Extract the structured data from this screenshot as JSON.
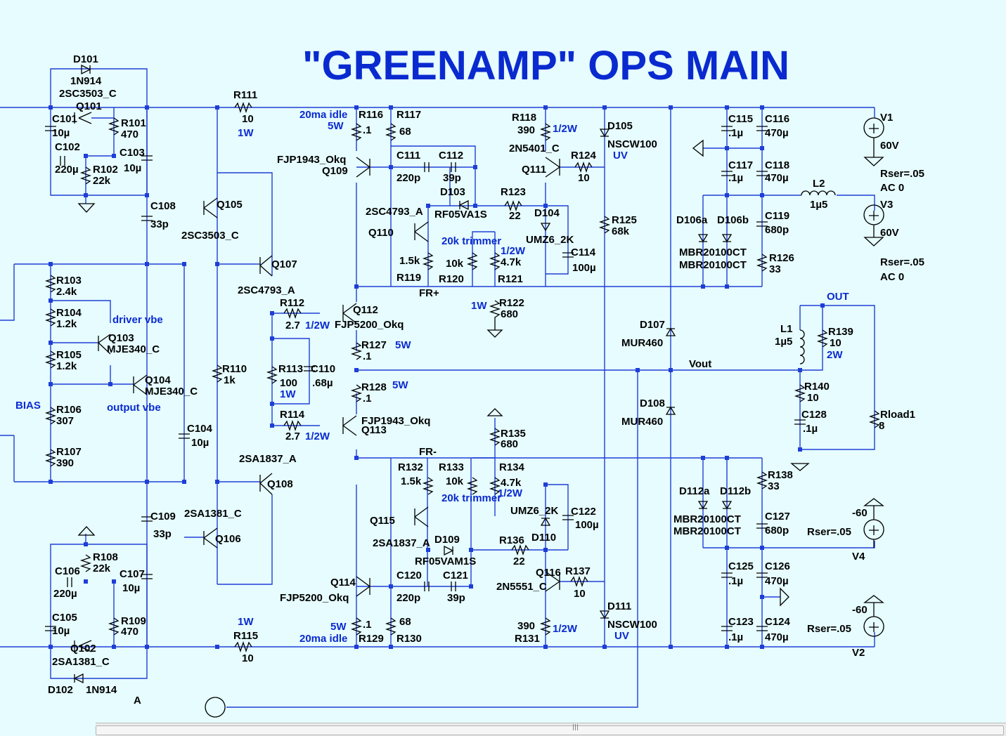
{
  "title": "\"GREENAMP\" OPS MAIN",
  "labels": [
    [
      "D101",
      104,
      89,
      0
    ],
    [
      "1N914",
      100,
      120,
      0
    ],
    [
      "2SC3503_C",
      84,
      138,
      0
    ],
    [
      "Q101",
      108,
      156,
      0
    ],
    [
      "C101",
      74,
      174,
      0
    ],
    [
      "10µ",
      74,
      194,
      0
    ],
    [
      "R101",
      172,
      180,
      0
    ],
    [
      "470",
      172,
      196,
      0
    ],
    [
      "C102",
      78,
      214,
      0
    ],
    [
      "C103",
      170,
      222,
      0
    ],
    [
      "220µ",
      78,
      246,
      0
    ],
    [
      "R102",
      132,
      246,
      0
    ],
    [
      "10µ",
      176,
      244,
      0
    ],
    [
      "22k",
      132,
      262,
      0
    ],
    [
      "R111",
      332,
      140,
      0
    ],
    [
      "10",
      344,
      174,
      0
    ],
    [
      "1W",
      338,
      194,
      1
    ],
    [
      "20ma idle",
      426,
      168,
      1
    ],
    [
      "5W",
      466,
      184,
      1
    ],
    [
      "R116",
      510,
      168,
      0
    ],
    [
      ".1",
      516,
      190,
      0
    ],
    [
      "R117",
      564,
      168,
      0
    ],
    [
      "68",
      568,
      192,
      0
    ],
    [
      "R118",
      728,
      172,
      0
    ],
    [
      "390",
      736,
      190,
      0
    ],
    [
      "1/2W",
      786,
      188,
      1
    ],
    [
      "D105",
      864,
      184,
      0
    ],
    [
      "NSCW100",
      864,
      210,
      0
    ],
    [
      "UV",
      872,
      226,
      1
    ],
    [
      "C115",
      1036,
      174,
      0
    ],
    [
      ".1µ",
      1036,
      194,
      0
    ],
    [
      "C116",
      1088,
      174,
      0
    ],
    [
      "470µ",
      1088,
      194,
      0
    ],
    [
      "V1",
      1252,
      172,
      0
    ],
    [
      "60V",
      1252,
      212,
      0
    ],
    [
      "2N5401_C",
      724,
      216,
      0
    ],
    [
      "R124",
      812,
      226,
      0
    ],
    [
      "Q111",
      742,
      246,
      0
    ],
    [
      "10",
      822,
      258,
      0
    ],
    [
      "C111",
      564,
      226,
      0
    ],
    [
      "C112",
      624,
      226,
      0
    ],
    [
      "220p",
      564,
      258,
      0
    ],
    [
      "39p",
      630,
      258,
      0
    ],
    [
      "FJP1943_Okq",
      394,
      232,
      0
    ],
    [
      "Q109",
      458,
      248,
      0
    ],
    [
      "C117",
      1036,
      240,
      0
    ],
    [
      ".1µ",
      1036,
      258,
      0
    ],
    [
      "C118",
      1088,
      240,
      0
    ],
    [
      "470µ",
      1088,
      258,
      0
    ],
    [
      "Rser=.05",
      1252,
      252,
      0
    ],
    [
      "AC 0",
      1252,
      272,
      0
    ],
    [
      "L2",
      1156,
      266,
      0
    ],
    [
      "1µ5",
      1152,
      296,
      0
    ],
    [
      "D103",
      626,
      278,
      0
    ],
    [
      "R123",
      712,
      278,
      0
    ],
    [
      "22",
      724,
      312,
      0
    ],
    [
      "RF05VA1S",
      618,
      310,
      0
    ],
    [
      "2SC4793_A",
      520,
      306,
      0
    ],
    [
      "D104",
      760,
      308,
      0
    ],
    [
      "Q105",
      308,
      296,
      0
    ],
    [
      "C108",
      214,
      298,
      0
    ],
    [
      "33p",
      214,
      324,
      0
    ],
    [
      "V3",
      1252,
      296,
      0
    ],
    [
      "60V",
      1252,
      336,
      0
    ],
    [
      "R125",
      870,
      318,
      0
    ],
    [
      "68k",
      870,
      334,
      0
    ],
    [
      "D106a",
      962,
      318,
      0
    ],
    [
      "D106b",
      1020,
      318,
      0
    ],
    [
      "C119",
      1088,
      312,
      0
    ],
    [
      "680p",
      1088,
      332,
      0
    ],
    [
      "Q110",
      524,
      336,
      0
    ],
    [
      "UMZ6_2K",
      748,
      346,
      0
    ],
    [
      "2SC3503_C",
      258,
      340,
      0
    ],
    [
      "20k trimmer",
      628,
      348,
      1
    ],
    [
      "1/2W",
      712,
      362,
      1
    ],
    [
      "C114",
      812,
      364,
      0
    ],
    [
      "100µ",
      814,
      386,
      0
    ],
    [
      "MBR20100CT",
      966,
      364,
      0
    ],
    [
      "MBR20100CT",
      966,
      382,
      0
    ],
    [
      "R126",
      1094,
      372,
      0
    ],
    [
      "33",
      1094,
      388,
      0
    ],
    [
      "1.5k",
      568,
      376,
      0
    ],
    [
      "10k",
      634,
      380,
      0
    ],
    [
      "4.7k",
      712,
      378,
      0
    ],
    [
      "Rser=.05",
      1252,
      378,
      0
    ],
    [
      "Q107",
      386,
      381,
      0
    ],
    [
      "AC 0",
      1252,
      399,
      0
    ],
    [
      "R119",
      564,
      400,
      0
    ],
    [
      "R120",
      624,
      402,
      0
    ],
    [
      "R121",
      708,
      402,
      0
    ],
    [
      "R103",
      80,
      404,
      0
    ],
    [
      "2.4k",
      80,
      420,
      0
    ],
    [
      "2SC4793_A",
      338,
      418,
      0
    ],
    [
      "FR+",
      596,
      422,
      0
    ],
    [
      "OUT",
      1176,
      427,
      1
    ],
    [
      "R112",
      398,
      436,
      0
    ],
    [
      "R122",
      710,
      436,
      0
    ],
    [
      "1W",
      670,
      440,
      1
    ],
    [
      "680",
      712,
      452,
      0
    ],
    [
      "R104",
      80,
      450,
      0
    ],
    [
      "1.2k",
      80,
      466,
      0
    ],
    [
      "Q112",
      502,
      446,
      0
    ],
    [
      "driver vbe",
      160,
      460,
      1
    ],
    [
      "2.7",
      406,
      468,
      0
    ],
    [
      "1/2W",
      434,
      468,
      1
    ],
    [
      "FJP5200_Okq",
      476,
      467,
      0
    ],
    [
      "D107",
      910,
      467,
      0
    ],
    [
      "L1",
      1110,
      473,
      0
    ],
    [
      "R139",
      1178,
      477,
      0
    ],
    [
      "10",
      1180,
      493,
      0
    ],
    [
      "Q103",
      154,
      486,
      0
    ],
    [
      "MJE340_C",
      152,
      502,
      0
    ],
    [
      "R127",
      514,
      496,
      0
    ],
    [
      "5W",
      562,
      496,
      1
    ],
    [
      "1µ5",
      1102,
      491,
      0
    ],
    [
      "MUR460",
      884,
      493,
      0
    ],
    [
      "R105",
      80,
      510,
      0
    ],
    [
      "1.2k",
      80,
      526,
      0
    ],
    [
      ".1",
      516,
      512,
      0
    ],
    [
      "2W",
      1176,
      510,
      1
    ],
    [
      "R113",
      396,
      530,
      0
    ],
    [
      "C110",
      442,
      530,
      0
    ],
    [
      "R110",
      316,
      530,
      0
    ],
    [
      "1k",
      318,
      546,
      0
    ],
    [
      "Vout",
      980,
      523,
      0
    ],
    [
      "100",
      398,
      550,
      0
    ],
    [
      ".68µ",
      444,
      550,
      0
    ],
    [
      "Q104",
      206,
      546,
      0
    ],
    [
      "MJE340_C",
      206,
      562,
      0
    ],
    [
      "R140",
      1144,
      555,
      0
    ],
    [
      "1W",
      398,
      566,
      1
    ],
    [
      "R128",
      514,
      556,
      0
    ],
    [
      "5W",
      558,
      553,
      1
    ],
    [
      "10",
      1148,
      571,
      0
    ],
    [
      ".1",
      516,
      572,
      0
    ],
    [
      "BIAS",
      22,
      582,
      1
    ],
    [
      "output vbe",
      152,
      585,
      1
    ],
    [
      "R106",
      80,
      588,
      0
    ],
    [
      "307",
      80,
      604,
      0
    ],
    [
      "D108",
      910,
      579,
      0
    ],
    [
      "Rload1",
      1252,
      595,
      0
    ],
    [
      "C128",
      1140,
      595,
      0
    ],
    [
      "R114",
      398,
      595,
      0
    ],
    [
      "FJP1943_Okq",
      514,
      604,
      0
    ],
    [
      "MUR460",
      884,
      605,
      0
    ],
    [
      "8",
      1250,
      611,
      0
    ],
    [
      "C104",
      266,
      615,
      0
    ],
    [
      "Q113",
      514,
      617,
      0
    ],
    [
      ".1µ",
      1142,
      615,
      0
    ],
    [
      "R135",
      712,
      622,
      0
    ],
    [
      "2.7",
      406,
      626,
      0
    ],
    [
      "1/2W",
      434,
      626,
      1
    ],
    [
      "10µ",
      272,
      635,
      0
    ],
    [
      "680",
      712,
      637,
      0
    ],
    [
      "R107",
      80,
      648,
      0
    ],
    [
      "FR-",
      596,
      648,
      0
    ],
    [
      "2SA1837_A",
      340,
      658,
      0
    ],
    [
      "390",
      80,
      664,
      0
    ],
    [
      "R132",
      566,
      670,
      0
    ],
    [
      "R133",
      624,
      670,
      0
    ],
    [
      "R134",
      710,
      670,
      0
    ],
    [
      "1.5k",
      570,
      690,
      0
    ],
    [
      "10k",
      634,
      690,
      0
    ],
    [
      "4.7k",
      712,
      692,
      0
    ],
    [
      "Q108",
      380,
      694,
      0
    ],
    [
      "R138",
      1092,
      681,
      0
    ],
    [
      "1/2W",
      708,
      707,
      1
    ],
    [
      "33",
      1092,
      697,
      0
    ],
    [
      "D112a",
      966,
      704,
      0
    ],
    [
      "D112b",
      1024,
      704,
      0
    ],
    [
      "-60",
      1212,
      735,
      0
    ],
    [
      "20k trimmer",
      628,
      714,
      1
    ],
    [
      "UMZ6_2K",
      726,
      732,
      0
    ],
    [
      "C122",
      812,
      733,
      0
    ],
    [
      "2SA1381_C",
      262,
      736,
      0
    ],
    [
      "C109",
      214,
      740,
      0
    ],
    [
      "MBR20100CT",
      958,
      744,
      0
    ],
    [
      "C127",
      1088,
      740,
      0
    ],
    [
      "Q115",
      526,
      746,
      0
    ],
    [
      "100µ",
      818,
      752,
      0
    ],
    [
      "MBR20100CT",
      958,
      761,
      0
    ],
    [
      "680p",
      1088,
      760,
      0
    ],
    [
      "33p",
      218,
      765,
      0
    ],
    [
      "Rser=.05",
      1148,
      762,
      0
    ],
    [
      "D110",
      756,
      770,
      0
    ],
    [
      "Q106",
      306,
      772,
      0
    ],
    [
      "D109",
      618,
      773,
      0
    ],
    [
      "R136",
      710,
      774,
      0
    ],
    [
      "2SA1837_A",
      530,
      778,
      0
    ],
    [
      "R108",
      132,
      798,
      0
    ],
    [
      "V4",
      1212,
      797,
      0
    ],
    [
      "RF05VAM1S",
      590,
      804,
      0
    ],
    [
      "22",
      730,
      804,
      0
    ],
    [
      "22k",
      132,
      814,
      0
    ],
    [
      "C106",
      78,
      818,
      0
    ],
    [
      "C107",
      170,
      822,
      0
    ],
    [
      "Q116",
      762,
      820,
      0
    ],
    [
      "R137",
      804,
      818,
      0
    ],
    [
      "C125",
      1036,
      811,
      0
    ],
    [
      "C126",
      1088,
      811,
      0
    ],
    [
      "C120",
      564,
      824,
      0
    ],
    [
      "C121",
      630,
      824,
      0
    ],
    [
      "Q114",
      470,
      834,
      0
    ],
    [
      "10µ",
      174,
      842,
      0
    ],
    [
      "2N5551_C",
      706,
      840,
      0
    ],
    [
      ".1µ",
      1036,
      832,
      0
    ],
    [
      "470µ",
      1088,
      832,
      0
    ],
    [
      "220µ",
      76,
      850,
      0
    ],
    [
      "10",
      816,
      850,
      0
    ],
    [
      "FJP5200_Okq",
      398,
      856,
      0
    ],
    [
      "220p",
      564,
      856,
      0
    ],
    [
      "39p",
      636,
      856,
      0
    ],
    [
      "C105",
      74,
      884,
      0
    ],
    [
      "1W",
      338,
      890,
      1
    ],
    [
      "D111",
      864,
      868,
      0
    ],
    [
      "-60",
      1212,
      873,
      0
    ],
    [
      "R109",
      172,
      889,
      0
    ],
    [
      "5W",
      470,
      897,
      1
    ],
    [
      ".1",
      516,
      894,
      0
    ],
    [
      "68",
      568,
      890,
      0
    ],
    [
      "390",
      736,
      896,
      0
    ],
    [
      "1/2W",
      786,
      900,
      1
    ],
    [
      "NSCW100",
      864,
      894,
      0
    ],
    [
      "C123",
      1036,
      890,
      0
    ],
    [
      "C124",
      1088,
      890,
      0
    ],
    [
      "10µ",
      74,
      903,
      0
    ],
    [
      "470",
      172,
      904,
      0
    ],
    [
      "R115",
      332,
      910,
      0
    ],
    [
      "20ma idle",
      426,
      914,
      1
    ],
    [
      "R129",
      510,
      914,
      0
    ],
    [
      "R130",
      564,
      914,
      0
    ],
    [
      "R131",
      732,
      914,
      0
    ],
    [
      "UV",
      874,
      910,
      1
    ],
    [
      ".1µ",
      1036,
      912,
      0
    ],
    [
      "470µ",
      1088,
      912,
      0
    ],
    [
      "Rser=.05",
      1148,
      900,
      0
    ],
    [
      "Q102",
      100,
      928,
      0
    ],
    [
      "2SA1381_C",
      74,
      947,
      0
    ],
    [
      "10",
      344,
      942,
      0
    ],
    [
      "V2",
      1212,
      934,
      0
    ],
    [
      "D102",
      68,
      987,
      0
    ],
    [
      "1N914",
      122,
      987,
      0
    ],
    [
      "A",
      190,
      1002,
      0
    ]
  ]
}
